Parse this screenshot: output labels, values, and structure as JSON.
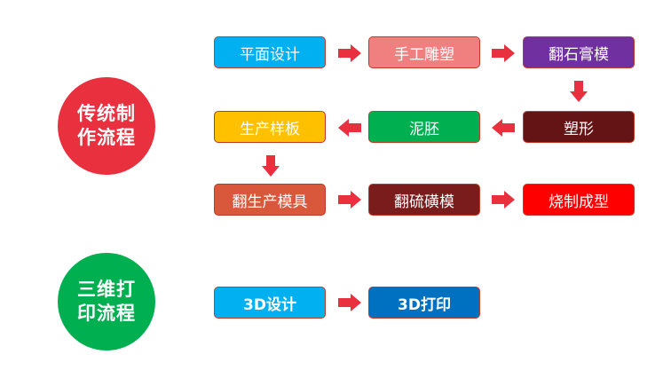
{
  "traditional": {
    "circle_line1": "传统制",
    "circle_line2": "作流程",
    "circle_color": "#e8303f",
    "steps": [
      {
        "label": "平面设计",
        "color": "#00b0f0"
      },
      {
        "label": "手工雕塑",
        "color": "#f08080"
      },
      {
        "label": "翻石膏模",
        "color": "#7030a0"
      },
      {
        "label": "塑形",
        "color": "#641414"
      },
      {
        "label": "泥胚",
        "color": "#00b050"
      },
      {
        "label": "生产样板",
        "color": "#ffc000"
      },
      {
        "label": "翻生产模具",
        "color": "#d9583b"
      },
      {
        "label": "翻硫磺模",
        "color": "#7b1c1c"
      },
      {
        "label": "烧制成型",
        "color": "#ff0000"
      }
    ]
  },
  "printing": {
    "circle_line1": "三维打",
    "circle_line2": "印流程",
    "circle_color": "#00b050",
    "steps": [
      {
        "label": "3D设计",
        "color": "#00b0f0"
      },
      {
        "label": "3D打印",
        "color": "#0070c0"
      }
    ]
  },
  "arrow_color": "#e8303f"
}
